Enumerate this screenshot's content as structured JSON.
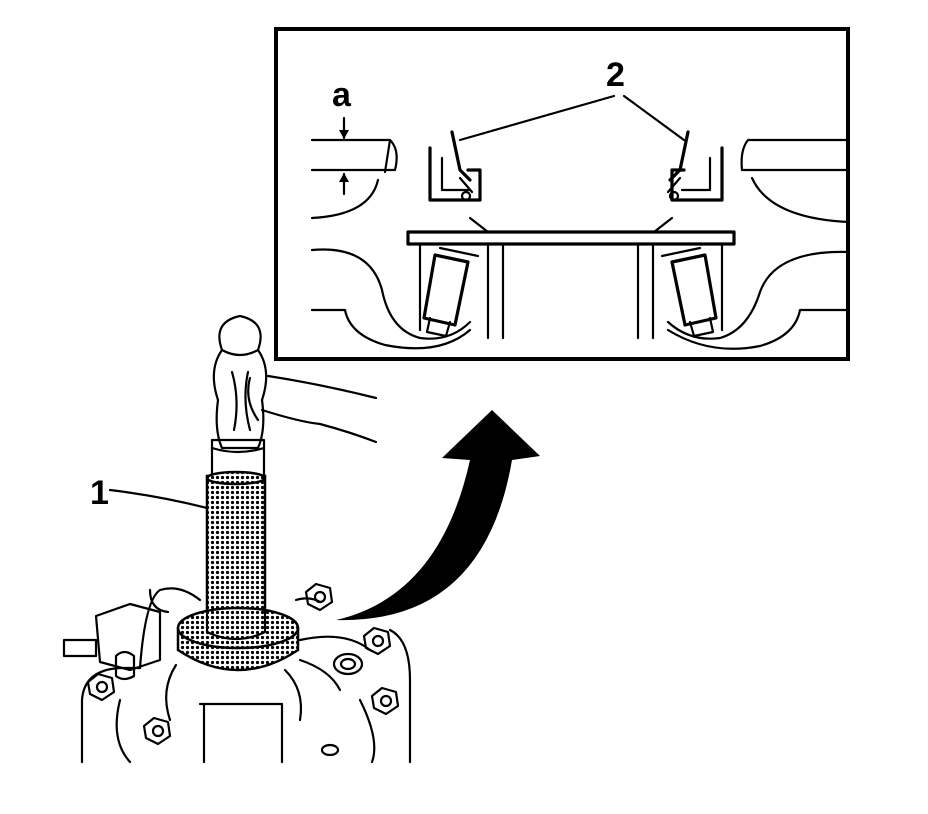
{
  "callouts": {
    "tool": "1",
    "seal": "2",
    "dimension": "a"
  }
}
